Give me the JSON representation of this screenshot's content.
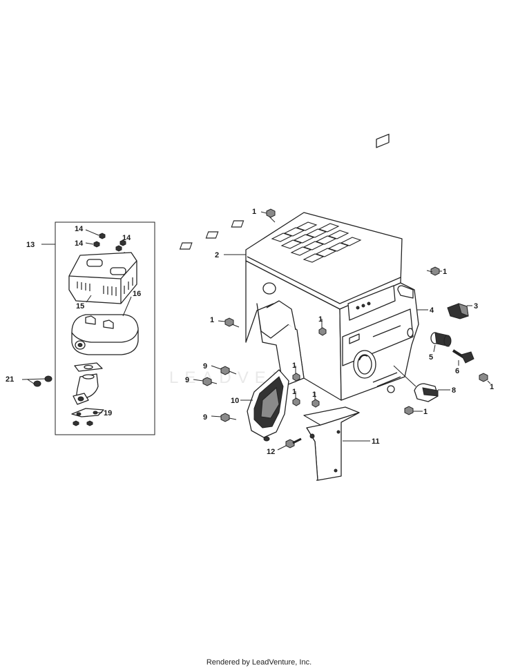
{
  "watermark": "LEADVENTURE",
  "footer": "Rendered by LeadVenture, Inc.",
  "callouts": {
    "c1a": "1",
    "c1b": "1",
    "c1c": "1",
    "c1d": "1",
    "c1e": "1",
    "c1f": "1",
    "c1g": "1",
    "c1h": "1",
    "c1i": "1",
    "c2": "2",
    "c3": "3",
    "c4": "4",
    "c5": "5",
    "c6": "6",
    "c8": "8",
    "c9a": "9",
    "c9b": "9",
    "c9c": "9",
    "c10": "10",
    "c11": "11",
    "c12": "12",
    "c13": "13",
    "c14a": "14",
    "c14b": "14",
    "c14c": "14",
    "c14d": "14",
    "c15": "15",
    "c16": "16",
    "c19": "19",
    "c21": "21"
  }
}
